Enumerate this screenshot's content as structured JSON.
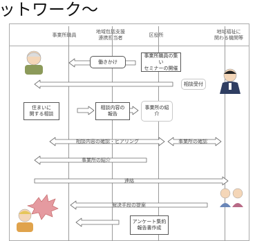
{
  "title": "ットワーク～",
  "columns": [
    {
      "label": "事業所職員"
    },
    {
      "label": "地域包括支援\n連携担当者"
    },
    {
      "label": "区役所"
    },
    {
      "label": "地域福祉に\n関わる機関等"
    }
  ],
  "boxes": [
    {
      "label": "働きかけ"
    },
    {
      "label": "事業所職員の集い\nセミナーの開催"
    },
    {
      "label": "相談受付"
    },
    {
      "label": "住まいに\n関する相談"
    },
    {
      "label": "相談内容の\n報告"
    },
    {
      "label": "事業所の紹介"
    },
    {
      "label": "アンケート集約\n報告書作成"
    }
  ],
  "arrow_labels": [
    {
      "text": "相談内容の確認・ヒアリング"
    },
    {
      "text": "事業所の確認"
    },
    {
      "text": "事業所の紹介"
    },
    {
      "text": "連絡"
    },
    {
      "text": "解決手段の提案"
    }
  ],
  "colors": {
    "line": "#9a9a9a",
    "arrow_fill": "#ffffff",
    "arrow_stroke": "#6b6b6b",
    "burst": "#e59aa0"
  }
}
